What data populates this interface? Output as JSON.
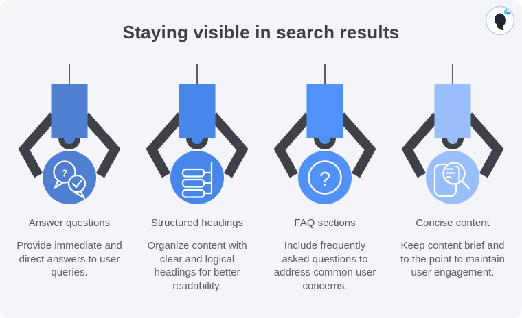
{
  "title": "Staying visible in search results",
  "glyphs": {
    "question_mark": "?"
  },
  "colors": {
    "background": "#F4F5F9",
    "title_text": "#3C4147",
    "heading_text": "#53575E",
    "body_text": "#5A5E64",
    "claw_dark": "#3E4147",
    "rod": "#5A5E66",
    "icon_stroke": "#FFFFFF",
    "logo_border": "#B3CCF1",
    "logo_head": "#1F2732",
    "logo_butterfly_dark": "#2B9FD6",
    "logo_butterfly_light": "#55C5EC"
  },
  "columns": [
    {
      "heading": "Answer questions",
      "body": "Provide immediate and direct answers to user queries.",
      "color": "#4E7FD1",
      "icon": "chat-question-check-icon"
    },
    {
      "heading": "Structured headings",
      "body": "Organize content with clear and logical headings for better readability.",
      "color": "#4787E9",
      "icon": "structured-list-icon"
    },
    {
      "heading": "FAQ sections",
      "body": "Include frequently asked questions to address common user concerns.",
      "color": "#5191FA",
      "icon": "question-circle-icon"
    },
    {
      "heading": "Concise content",
      "body": "Keep content brief and to the point to maintain user engagement.",
      "color": "#9ABDFB",
      "icon": "document-magnifier-icon"
    }
  ]
}
